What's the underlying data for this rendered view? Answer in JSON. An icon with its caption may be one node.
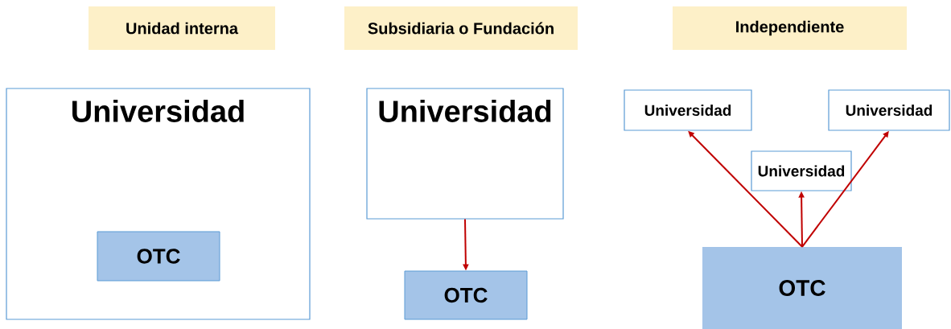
{
  "diagram": {
    "nodes": [
      {
        "text": [
          "Unidad interna"
        ]
      },
      {
        "text": [
          "Subsidiaria o Fundación"
        ]
      },
      {
        "text": [
          "Independiente"
        ]
      },
      {
        "text": [
          "Universidad"
        ]
      },
      {
        "text": [
          "OTC"
        ],
        "in": 3
      },
      {
        "text": [
          "Universidad"
        ]
      },
      {
        "text": [
          "OTC"
        ]
      },
      {
        "text": [
          "Universidad"
        ]
      },
      {
        "text": [
          "Universidad"
        ]
      },
      {
        "text": [
          "Universidad"
        ]
      },
      {
        "text": [
          "OTC"
        ]
      }
    ],
    "edges": [
      {
        "from": 5,
        "to": 6,
        "arrow": "to"
      },
      {
        "from": 10,
        "to": 7,
        "arrow": "to"
      },
      {
        "from": 10,
        "to": 8,
        "arrow": "to"
      },
      {
        "from": 10,
        "to": 9,
        "arrow": "to"
      }
    ]
  }
}
